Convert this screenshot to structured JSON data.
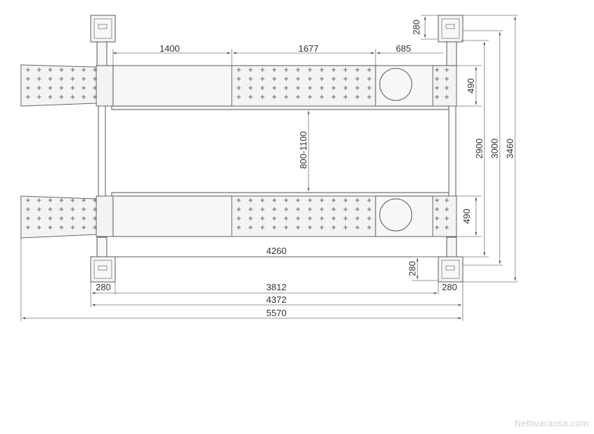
{
  "dimensions": {
    "top_1400": "1400",
    "top_1677": "1677",
    "top_685": "685",
    "post_top_280": "280",
    "right_490_top": "490",
    "right_490_bottom": "490",
    "right_2900": "2900",
    "right_3000": "3000",
    "right_3460": "3460",
    "center_800_1100": "800-1100",
    "rail_4260": "4260",
    "post_bottom_280": "280",
    "bottom_left_280": "280",
    "bottom_right_280": "280",
    "bottom_3812": "3812",
    "bottom_4372": "4372",
    "bottom_5570": "5570"
  },
  "watermark": "Nettivaraosa.com"
}
